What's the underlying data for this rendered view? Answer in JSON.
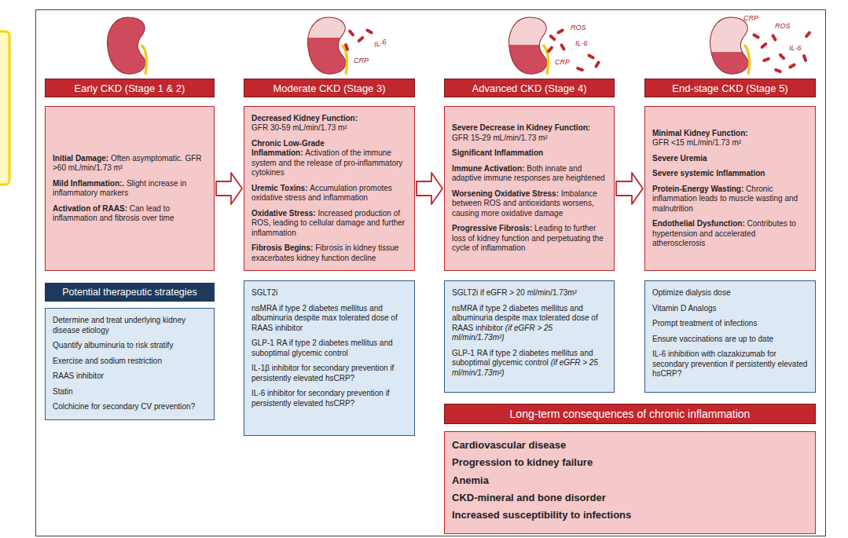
{
  "diagram": {
    "nodes": [
      {
        "text": [
          "Early CKD (Stage 1 & 2)"
        ]
      },
      {
        "text": [
          "Moderate CKD (Stage 3)"
        ]
      },
      {
        "text": [
          "Advanced CKD (Stage 4)"
        ]
      },
      {
        "text": [
          "End-stage CKD (Stage 5)"
        ]
      },
      {
        "text": [
          "Initial Damage:",
          "Often asymptomatic. GFR >60 mL/min/1.73 m²",
          "Mild Inflammation:.",
          "Slight increase in inflammatory markers",
          "Activation of RAAS:",
          "Can lead to inflammation and fibrosis over time"
        ]
      },
      {
        "text": [
          "Decreased Kidney Function:",
          "GFR 30-59 mL/min/1.73 m²",
          "Chronic Low-Grade Inflammation:",
          "Activation of the immune system and the release of pro-inflammatory cytokines",
          "Uremic Toxins:",
          "Accumulation promotes oxidative stress and inflammation",
          "Oxidative Stress:",
          "Increased production of ROS, leading to cellular damage and further inflammation",
          "Fibrosis Begins:",
          "Fibrosis in kidney tissue exacerbates kidney function decline"
        ]
      },
      {
        "text": [
          "Severe Decrease in Kidney Function:",
          "GFR 15-29 mL/min/1.73 m²",
          "Significant Inflammation",
          "Immune Activation:",
          "Both innate and adaptive immune responses are heightened",
          "Worsening Oxidative Stress:",
          "Imbalance between ROS and antioxidants worsens, causing more oxidative damage",
          "Progressive Fibrosis:",
          "Leading to further loss of kidney function and perpetuating the cycle of inflammation"
        ]
      },
      {
        "text": [
          "Minimal Kidney Function:",
          "GFR <15 mL/min/1.73 m²",
          "Severe Uremia",
          "Severe systemic Inflammation",
          "Protein-Energy Wasting:",
          "Chronic inflammation leads to muscle wasting and malnutrition",
          "Endothelial Dysfunction:",
          "Contributes to hypertension and accelerated atherosclerosis"
        ]
      },
      {
        "text": [
          "Potential therapeutic strategies"
        ]
      },
      {
        "text": [
          "Determine and treat underlying kidney disease etiology",
          "Quantify albuminuria to risk stratify",
          "Exercise and sodium restriction",
          "RAAS inhibitor",
          "Statin",
          "Colchicine for secondary CV prevention?"
        ]
      },
      {
        "text": [
          "SGLT2i",
          "nsMRA if type 2 diabetes mellitus and albuminuria despite max tolerated dose of RAAS inhibitor",
          "GLP-1 RA if type 2 diabetes mellitus and suboptimal glycemic control",
          "IL-1β inhibitor for secondary prevention if persistently elevated hsCRP?",
          "IL-6 inhibitor for secondary prevention if persistently elevated hsCRP?"
        ]
      },
      {
        "text": [
          "SGLT2i if eGFR > 20 ml/min/1.73m²",
          "nsMRA if type 2 diabetes mellitus and albuminuria despite max tolerated dose of RAAS inhibitor",
          "(if eGFR > 25 ml/min/1.73m²)",
          "GLP-1 RA if type 2 diabetes mellitus and suboptimal glycemic control",
          "(if eGFR > 25 ml/min/1.73m²)"
        ]
      },
      {
        "text": [
          "Optimize dialysis dose",
          "Vitamin D Analogs",
          "Prompt treatment of infections",
          "Ensure vaccinations are up to date",
          "IL-6 inhibition with clazakizumab for secondary prevention if persistently elevated hsCRP?"
        ]
      },
      {
        "text": [
          "Long-term consequences of chronic inflammation"
        ]
      },
      {
        "text": [
          "Cardiovascular disease",
          "Progression to kidney failure",
          "Anemia",
          "CKD-mineral and bone disorder",
          "Increased susceptibility to infections"
        ]
      }
    ],
    "edges": [
      {
        "from": 4,
        "to": 5,
        "arrow": "to"
      },
      {
        "from": 5,
        "to": 6,
        "arrow": "to"
      },
      {
        "from": 6,
        "to": 7,
        "arrow": "to"
      }
    ],
    "labels": [
      "IL-6",
      "CRP",
      "ROS",
      "IL-6",
      "CRP",
      "CRP",
      "ROS",
      "IL-6"
    ]
  }
}
